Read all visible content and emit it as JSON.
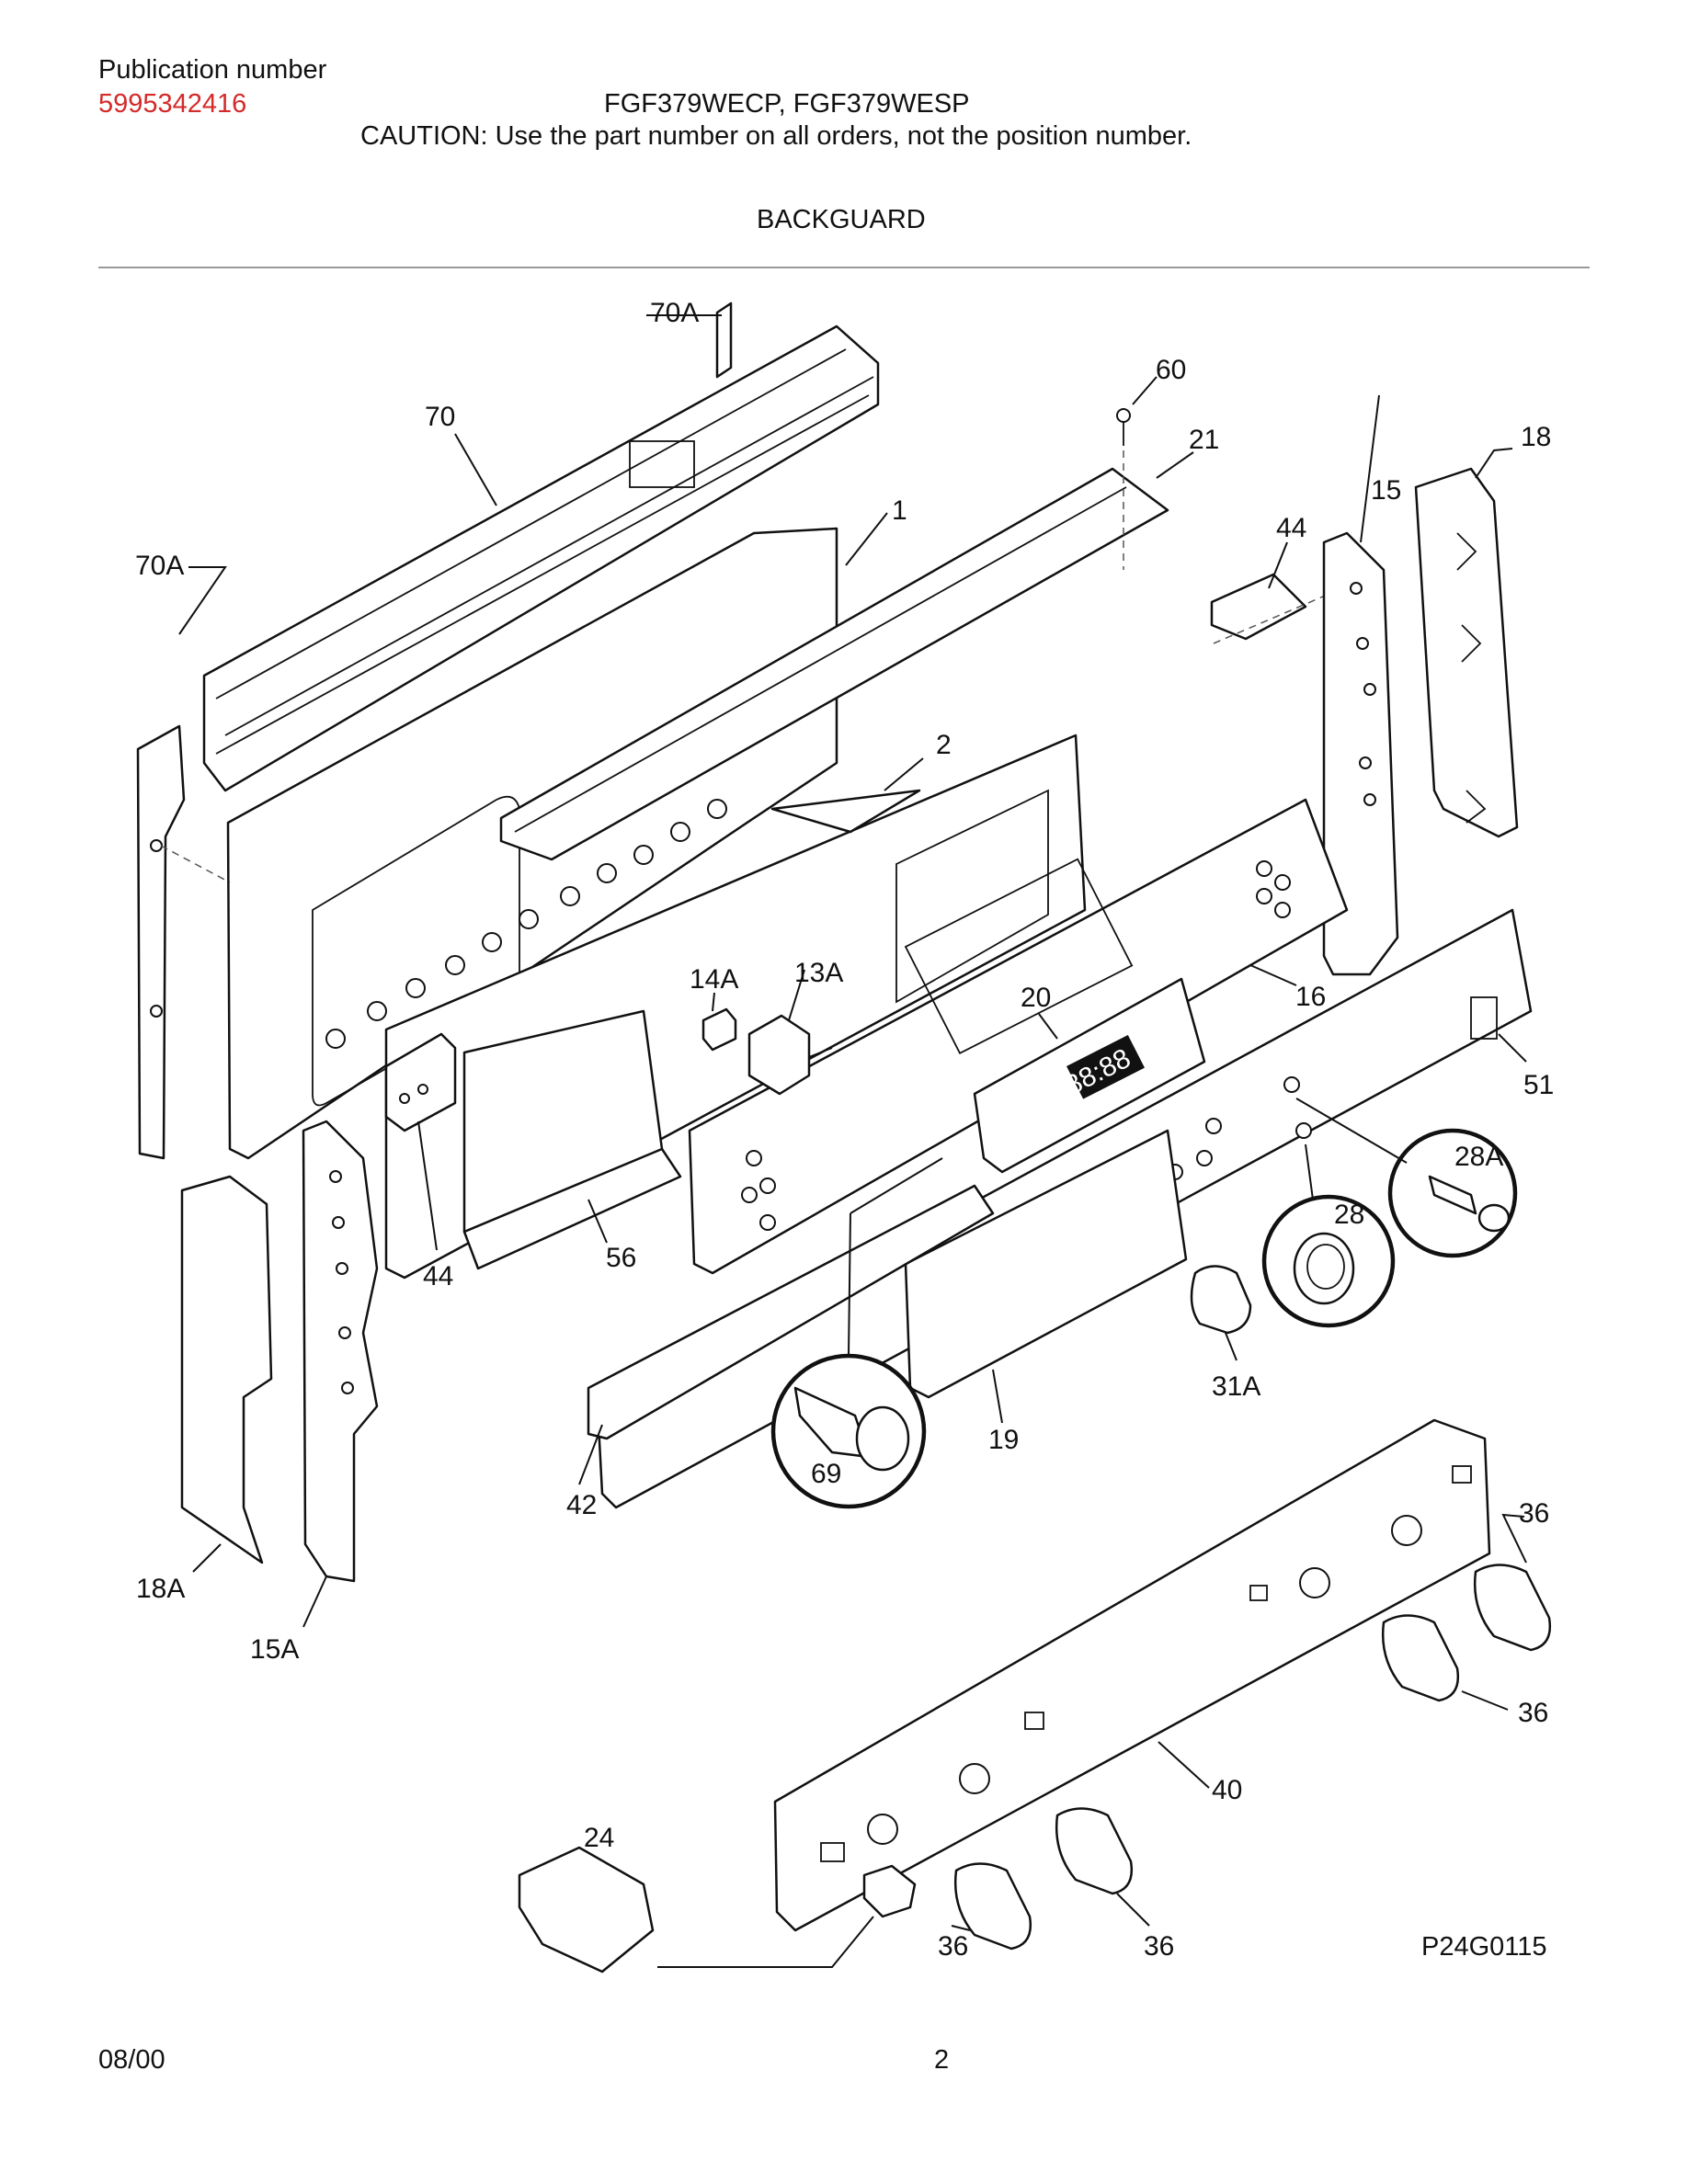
{
  "header": {
    "publication_label": "Publication number",
    "publication_number": "5995342416",
    "models": "FGF379WECP, FGF379WESP",
    "caution": "CAUTION:  Use the part number on all orders, not the position number."
  },
  "section_title": "BACKGUARD",
  "callouts": {
    "c70A_top": "70A",
    "c70": "70",
    "c60": "60",
    "c21": "21",
    "c18": "18",
    "c15": "15",
    "c44_right": "44",
    "c1": "1",
    "c70A_left": "70A",
    "c2": "2",
    "c14A": "14A",
    "c13A": "13A",
    "c20": "20",
    "c16": "16",
    "c51": "51",
    "c28A": "28A",
    "c28": "28",
    "c44_left": "44",
    "c56": "56",
    "c31A": "31A",
    "c19": "19",
    "c69": "69",
    "c42": "42",
    "c18A": "18A",
    "c15A": "15A",
    "c36_a": "36",
    "c36_b": "36",
    "c40": "40",
    "c24": "24",
    "c36_c": "36",
    "c36_d": "36"
  },
  "display_readout": "88:88",
  "figure_id": "P24G0115",
  "footer": {
    "date": "08/00",
    "page": "2"
  }
}
